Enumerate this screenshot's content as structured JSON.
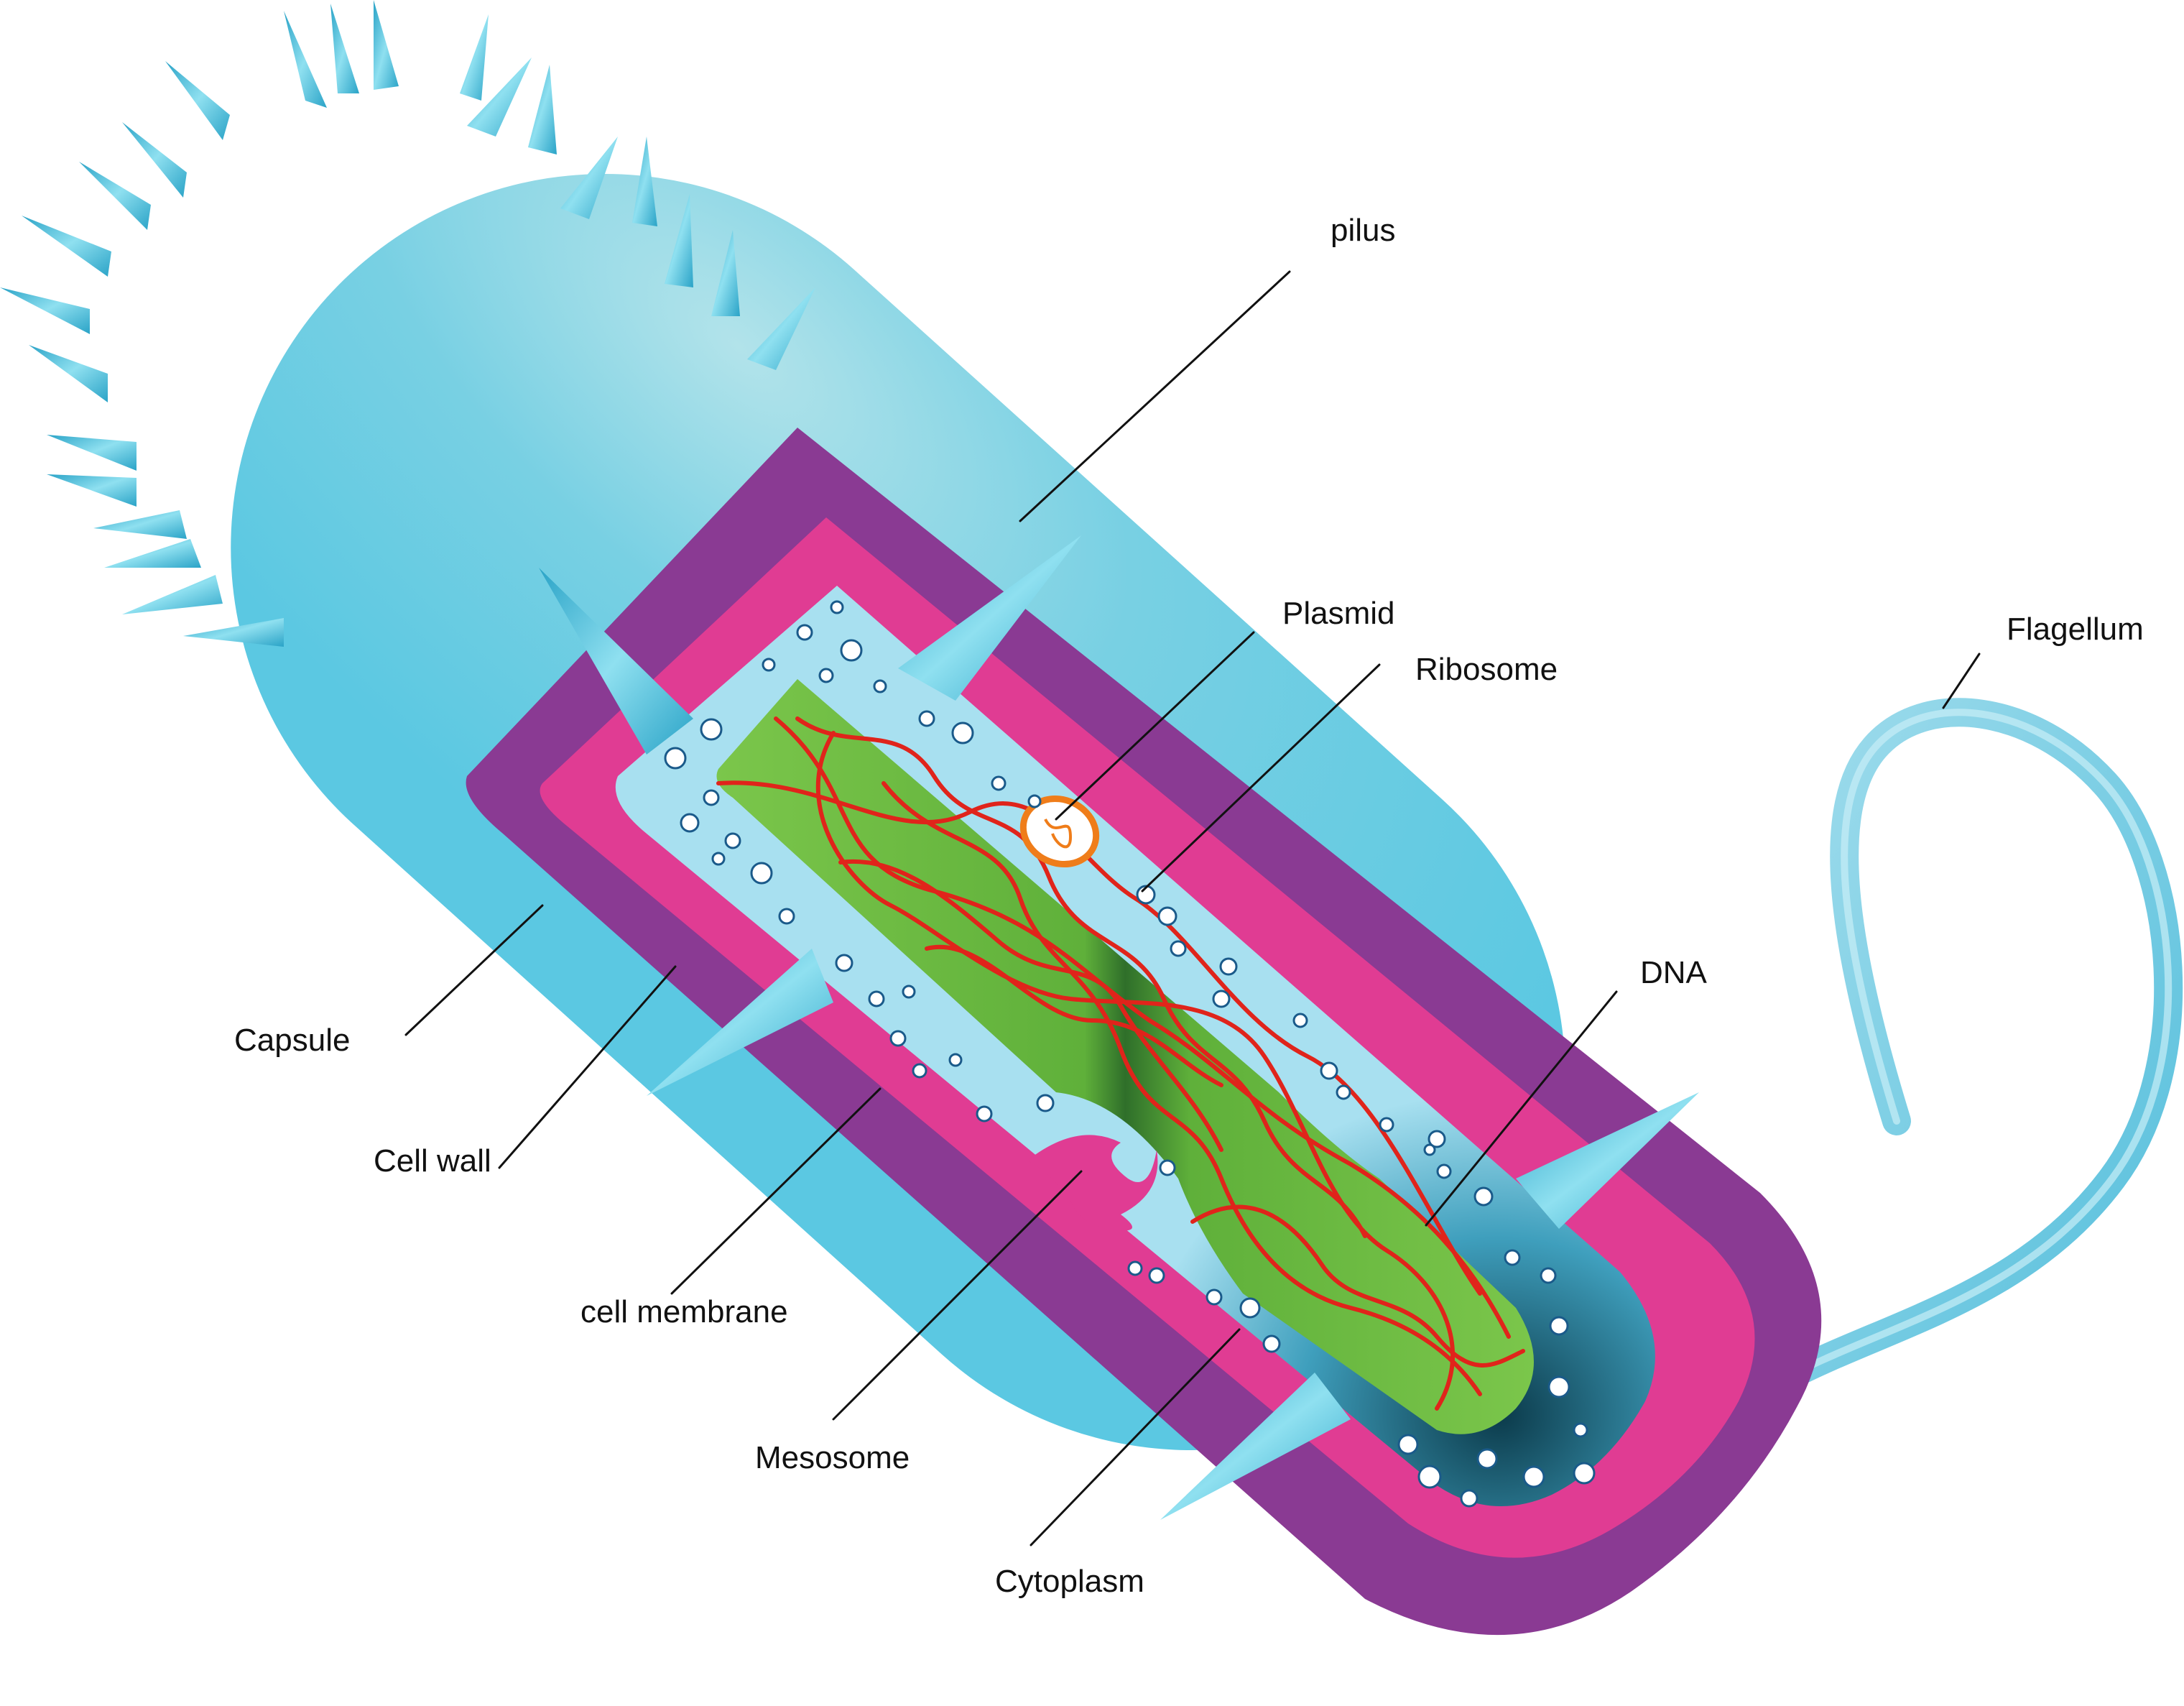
{
  "labels": {
    "pilus": "pilus",
    "plasmid": "Plasmid",
    "ribosome": "Ribosome",
    "flagellum": "Flagellum",
    "dna": "DNA",
    "capsule": "Capsule",
    "cell_wall": "Cell wall",
    "cell_membrane": "cell membrane",
    "mesosome": "Mesosome",
    "cytoplasm": "Cytoplasm"
  },
  "colors": {
    "capsule": "#5bc8e2",
    "capsule_highlight": "#a9dfe8",
    "cell_wall": "#8a3a93",
    "cell_membrane": "#e03c93",
    "cytoplasm": "#a8e0f0",
    "dna_region": "#6fbf44",
    "dna_strand": "#e0241b",
    "plasmid_ring": "#ef7d1a",
    "ribosome": "#ffffff",
    "mesosome": "#e03c93",
    "flagellum": "#7ccfe6",
    "pilus": "#3fb7d6"
  }
}
